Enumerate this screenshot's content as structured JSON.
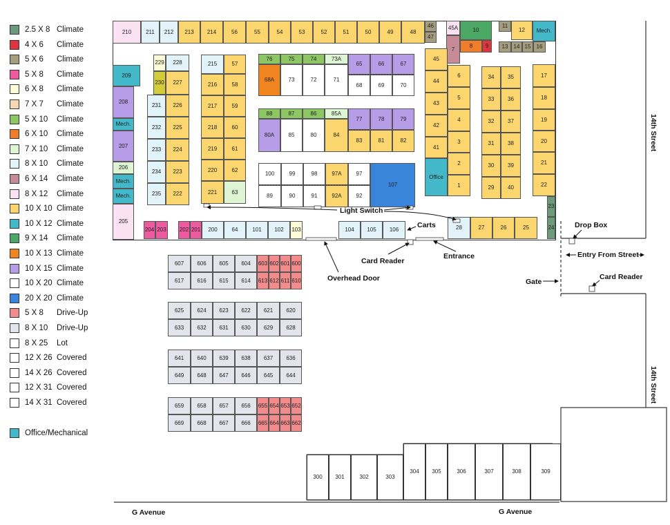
{
  "colors": {
    "2.5x8": "#6b9b7b",
    "4x6": "#e0343e",
    "5x6": "#a59e7e",
    "5x8": "#ee5aa0",
    "6x8": "#fdfbd8",
    "7x7": "#f6d6b3",
    "5x10": "#8cc764",
    "6x10": "#ef7d2a",
    "7x10": "#def5d4",
    "8x10": "#e2f4fa",
    "6x14": "#c58c98",
    "8x12": "#fbe2f2",
    "10x10": "#fbd56e",
    "10x12": "#43b8c8",
    "9x14": "#4aa764",
    "10x13": "#f0841f",
    "10x15": "#b79de7",
    "10x20": "#ffffff",
    "20x20": "#3a85dc",
    "drive5x8": "#f28c8c",
    "drive8x10": "#e4e4ec",
    "lot": "#ffffff",
    "office": "#43b8c8",
    "mustard": "#d2cc3a"
  },
  "legend": [
    {
      "size": "2.5 X 8",
      "type": "Climate",
      "color": "#6b9b7b"
    },
    {
      "size": "4 X 6",
      "type": "Climate",
      "color": "#e0343e"
    },
    {
      "size": "5 X 6",
      "type": "Climate",
      "color": "#a59e7e"
    },
    {
      "size": "5 X 8",
      "type": "Climate",
      "color": "#ee5aa0"
    },
    {
      "size": "6 X 8",
      "type": "Climate",
      "color": "#fdfbd8"
    },
    {
      "size": "7 X 7",
      "type": "Climate",
      "color": "#f6d6b3"
    },
    {
      "size": "5 X 10",
      "type": "Climate",
      "color": "#8cc764"
    },
    {
      "size": "6 X 10",
      "type": "Climate",
      "color": "#ef7d2a"
    },
    {
      "size": "7 X 10",
      "type": "Climate",
      "color": "#def5d4"
    },
    {
      "size": "8 X 10",
      "type": "Climate",
      "color": "#e2f4fa"
    },
    {
      "size": "6 X 14",
      "type": "Climate",
      "color": "#c58c98"
    },
    {
      "size": "8 X 12",
      "type": "Climate",
      "color": "#fbe2f2"
    },
    {
      "size": "10 X 10",
      "type": "Climate",
      "color": "#fbd56e"
    },
    {
      "size": "10 X 12",
      "type": "Climate",
      "color": "#43b8c8"
    },
    {
      "size": "9 X 14",
      "type": "Climate",
      "color": "#4aa764"
    },
    {
      "size": "10 X 13",
      "type": "Climate",
      "color": "#f0841f"
    },
    {
      "size": "10 X 15",
      "type": "Climate",
      "color": "#b79de7"
    },
    {
      "size": "10 X 20",
      "type": "Climate",
      "color": "#ffffff"
    },
    {
      "size": "20 X 20",
      "type": "Climate",
      "color": "#3a85dc"
    },
    {
      "size": "5 X 8",
      "type": "Drive-Up",
      "color": "#f28c8c"
    },
    {
      "size": "8 X 10",
      "type": "Drive-Up",
      "color": "#e4e4ec"
    },
    {
      "size": "8 X 25",
      "type": "Lot",
      "color": "#ffffff"
    },
    {
      "size": "12 X 26",
      "type": "Covered",
      "color": "#ffffff"
    },
    {
      "size": "14 X 26",
      "type": "Covered",
      "color": "#ffffff"
    },
    {
      "size": "12 X 31",
      "type": "Covered",
      "color": "#ffffff"
    },
    {
      "size": "14 X 31",
      "type": "Covered",
      "color": "#ffffff"
    }
  ],
  "legend_office": {
    "label": "Office/Mechanical",
    "color": "#43b8c8"
  },
  "labels": {
    "light_switch": "Light Switch",
    "carts": "Carts",
    "card_reader_1": "Card Reader",
    "entrance": "Entrance",
    "overhead_door": "Overhead Door",
    "drop_box": "Drop Box",
    "entry_from_street": "Entry From Street",
    "card_reader_2": "Card Reader",
    "gate": "Gate"
  },
  "streets": {
    "east_top": "14th Street",
    "east_bottom": "14th Street",
    "south_left": "G Avenue",
    "south_right": "G Avenue"
  },
  "units": [
    [
      "210",
      "8x12"
    ],
    [
      "211",
      "8x10"
    ],
    [
      "212",
      "8x10"
    ],
    [
      "213",
      "10x10"
    ],
    [
      "214",
      "10x10"
    ],
    [
      "56",
      "10x10"
    ],
    [
      "55",
      "10x10"
    ],
    [
      "54",
      "10x10"
    ],
    [
      "53",
      "10x10"
    ],
    [
      "52",
      "10x10"
    ],
    [
      "51",
      "10x10"
    ],
    [
      "50",
      "10x10"
    ],
    [
      "49",
      "10x10"
    ],
    [
      "48",
      "10x10"
    ],
    [
      "46",
      "5x6"
    ],
    [
      "47",
      "5x6"
    ],
    [
      "45A",
      "8x12"
    ],
    [
      "7",
      "6x14"
    ],
    [
      "10",
      "9x14"
    ],
    [
      "8",
      "6x10"
    ],
    [
      "9",
      "4x6"
    ],
    [
      "11",
      "5x6"
    ],
    [
      "12",
      "10x10"
    ],
    [
      "Mech.",
      "office"
    ],
    [
      "13",
      "5x6"
    ],
    [
      "14",
      "5x6"
    ],
    [
      "15",
      "5x6"
    ],
    [
      "16",
      "5x6"
    ],
    [
      "209",
      "10x12"
    ],
    [
      "208",
      "10x15"
    ],
    [
      "Mech.",
      "office"
    ],
    [
      "207",
      "10x15"
    ],
    [
      "206",
      "7x10"
    ],
    [
      "Mech.",
      "office"
    ],
    [
      "Mech.",
      "office"
    ],
    [
      "205",
      "8x12"
    ],
    [
      "229",
      "6x8"
    ],
    [
      "228",
      "8x10"
    ],
    [
      "230",
      "mustard"
    ],
    [
      "227",
      "10x10"
    ],
    [
      "231",
      "8x10"
    ],
    [
      "226",
      "10x10"
    ],
    [
      "232",
      "8x10"
    ],
    [
      "225",
      "10x10"
    ],
    [
      "233",
      "8x10"
    ],
    [
      "224",
      "10x10"
    ],
    [
      "234",
      "8x10"
    ],
    [
      "223",
      "10x10"
    ],
    [
      "235",
      "8x10"
    ],
    [
      "222",
      "10x10"
    ],
    [
      "215",
      "8x10"
    ],
    [
      "57",
      "10x10"
    ],
    [
      "216",
      "10x10"
    ],
    [
      "58",
      "10x10"
    ],
    [
      "217",
      "10x10"
    ],
    [
      "59",
      "10x10"
    ],
    [
      "218",
      "10x10"
    ],
    [
      "60",
      "10x10"
    ],
    [
      "219",
      "10x10"
    ],
    [
      "61",
      "10x10"
    ],
    [
      "220",
      "10x10"
    ],
    [
      "62",
      "10x10"
    ],
    [
      "221",
      "10x10"
    ],
    [
      "63",
      "7x10"
    ],
    [
      "76",
      "5x10"
    ],
    [
      "75",
      "5x10"
    ],
    [
      "74",
      "5x10"
    ],
    [
      "73A",
      "7x10"
    ],
    [
      "65",
      "10x15"
    ],
    [
      "66",
      "10x15"
    ],
    [
      "67",
      "10x15"
    ],
    [
      "68A",
      "10x13"
    ],
    [
      "73",
      "10x20"
    ],
    [
      "72",
      "10x20"
    ],
    [
      "71",
      "10x20"
    ],
    [
      "68",
      "10x20"
    ],
    [
      "69",
      "10x20"
    ],
    [
      "70",
      "10x20"
    ],
    [
      "88",
      "5x10"
    ],
    [
      "87",
      "5x10"
    ],
    [
      "86",
      "5x10"
    ],
    [
      "85A",
      "7x10"
    ],
    [
      "77",
      "10x15"
    ],
    [
      "78",
      "10x15"
    ],
    [
      "79",
      "10x15"
    ],
    [
      "80A",
      "10x15"
    ],
    [
      "85",
      "10x20"
    ],
    [
      "80",
      "10x20"
    ],
    [
      "84",
      "10x10"
    ],
    [
      "83",
      "10x10"
    ],
    [
      "81",
      "10x10"
    ],
    [
      "82",
      "10x10"
    ],
    [
      "100",
      "10x20"
    ],
    [
      "99",
      "10x20"
    ],
    [
      "98",
      "10x20"
    ],
    [
      "97A",
      "10x10"
    ],
    [
      "97",
      "10x20"
    ],
    [
      "89",
      "10x20"
    ],
    [
      "90",
      "10x20"
    ],
    [
      "91",
      "10x20"
    ],
    [
      "92A",
      "10x10"
    ],
    [
      "92",
      "10x20"
    ],
    [
      "107",
      "20x20"
    ],
    [
      "45",
      "10x10"
    ],
    [
      "44",
      "10x10"
    ],
    [
      "43",
      "10x10"
    ],
    [
      "42",
      "10x10"
    ],
    [
      "41",
      "10x10"
    ],
    [
      "Office",
      "office"
    ],
    [
      "6",
      "10x10"
    ],
    [
      "5",
      "10x10"
    ],
    [
      "4",
      "10x10"
    ],
    [
      "3",
      "10x10"
    ],
    [
      "2",
      "10x10"
    ],
    [
      "1",
      "10x10"
    ],
    [
      "34",
      "10x10"
    ],
    [
      "35",
      "10x10"
    ],
    [
      "33",
      "10x10"
    ],
    [
      "36",
      "10x10"
    ],
    [
      "32",
      "10x10"
    ],
    [
      "37",
      "10x10"
    ],
    [
      "31",
      "10x10"
    ],
    [
      "38",
      "10x10"
    ],
    [
      "30",
      "10x10"
    ],
    [
      "39",
      "10x10"
    ],
    [
      "29",
      "10x10"
    ],
    [
      "40",
      "10x10"
    ],
    [
      "17",
      "10x10"
    ],
    [
      "18",
      "10x10"
    ],
    [
      "19",
      "10x10"
    ],
    [
      "20",
      "10x10"
    ],
    [
      "21",
      "10x10"
    ],
    [
      "22",
      "10x10"
    ],
    [
      "23",
      "2.5x8"
    ],
    [
      "24",
      "2.5x8"
    ],
    [
      "204",
      "5x8"
    ],
    [
      "203",
      "5x8"
    ],
    [
      "202",
      "5x8"
    ],
    [
      "201",
      "5x8"
    ],
    [
      "200",
      "8x10"
    ],
    [
      "64",
      "8x10"
    ],
    [
      "101",
      "8x10"
    ],
    [
      "102",
      "8x10"
    ],
    [
      "103",
      "6x8"
    ],
    [
      "104",
      "8x10"
    ],
    [
      "105",
      "8x10"
    ],
    [
      "106",
      "8x10"
    ],
    [
      "28",
      "8x10"
    ],
    [
      "27",
      "10x10"
    ],
    [
      "26",
      "10x10"
    ],
    [
      "25",
      "10x10"
    ],
    [
      "607",
      "drive8x10"
    ],
    [
      "606",
      "drive8x10"
    ],
    [
      "605",
      "drive8x10"
    ],
    [
      "604",
      "drive8x10"
    ],
    [
      "603",
      "drive5x8"
    ],
    [
      "602",
      "drive5x8"
    ],
    [
      "601",
      "drive5x8"
    ],
    [
      "600",
      "drive5x8"
    ],
    [
      "617",
      "drive8x10"
    ],
    [
      "616",
      "drive8x10"
    ],
    [
      "615",
      "drive8x10"
    ],
    [
      "614",
      "drive8x10"
    ],
    [
      "613",
      "drive5x8"
    ],
    [
      "612",
      "drive5x8"
    ],
    [
      "611",
      "drive5x8"
    ],
    [
      "610",
      "drive5x8"
    ],
    [
      "625",
      "drive8x10"
    ],
    [
      "624",
      "drive8x10"
    ],
    [
      "623",
      "drive8x10"
    ],
    [
      "622",
      "drive8x10"
    ],
    [
      "621",
      "drive8x10"
    ],
    [
      "620",
      "drive8x10"
    ],
    [
      "633",
      "drive8x10"
    ],
    [
      "632",
      "drive8x10"
    ],
    [
      "631",
      "drive8x10"
    ],
    [
      "630",
      "drive8x10"
    ],
    [
      "629",
      "drive8x10"
    ],
    [
      "628",
      "drive8x10"
    ],
    [
      "641",
      "drive8x10"
    ],
    [
      "640",
      "drive8x10"
    ],
    [
      "639",
      "drive8x10"
    ],
    [
      "638",
      "drive8x10"
    ],
    [
      "637",
      "drive8x10"
    ],
    [
      "636",
      "drive8x10"
    ],
    [
      "649",
      "drive8x10"
    ],
    [
      "648",
      "drive8x10"
    ],
    [
      "647",
      "drive8x10"
    ],
    [
      "646",
      "drive8x10"
    ],
    [
      "645",
      "drive8x10"
    ],
    [
      "644",
      "drive8x10"
    ],
    [
      "659",
      "drive8x10"
    ],
    [
      "658",
      "drive8x10"
    ],
    [
      "657",
      "drive8x10"
    ],
    [
      "656",
      "drive8x10"
    ],
    [
      "655",
      "drive5x8"
    ],
    [
      "654",
      "drive5x8"
    ],
    [
      "653",
      "drive5x8"
    ],
    [
      "652",
      "drive5x8"
    ],
    [
      "669",
      "drive8x10"
    ],
    [
      "668",
      "drive8x10"
    ],
    [
      "667",
      "drive8x10"
    ],
    [
      "666",
      "drive8x10"
    ],
    [
      "665",
      "drive5x8"
    ],
    [
      "664",
      "drive5x8"
    ],
    [
      "663",
      "drive5x8"
    ],
    [
      "662",
      "drive5x8"
    ],
    [
      "300",
      "lot"
    ],
    [
      "301",
      "lot"
    ],
    [
      "302",
      "lot"
    ],
    [
      "303",
      "lot"
    ],
    [
      "304",
      "lot"
    ],
    [
      "305",
      "lot"
    ],
    [
      "306",
      "lot"
    ],
    [
      "307",
      "lot"
    ],
    [
      "308",
      "lot"
    ],
    [
      "309",
      "lot"
    ]
  ]
}
